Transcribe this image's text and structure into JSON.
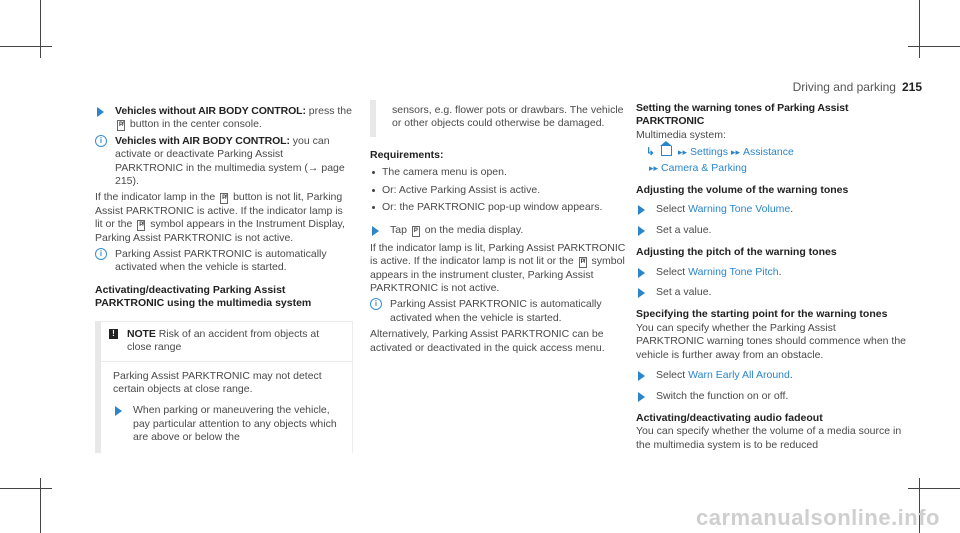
{
  "header": {
    "section": "Driving and parking",
    "page_number": "215"
  },
  "col1": {
    "step1_title": "Vehicles without AIR BODY CONTROL:",
    "step1_text_a": " press the ",
    "step1_text_b": " button in the center console.",
    "info1_title": "Vehicles with AIR BODY CONTROL:",
    "info1_text": " you can activate or deactivate Parking Assist PARKTRONIC in the multimedia system (→ page 215).",
    "para1_a": "If the indicator lamp in the ",
    "para1_b": " button is not lit, Parking Assist PARKTRONIC is active. If the indicator lamp is lit or the ",
    "para1_c": " symbol appears in the Instrument Display, Parking Assist PARKTRONIC is not active.",
    "info2_text": "Parking Assist PARKTRONIC is automatically activated when the vehicle is started.",
    "section_title_l1": "Activating/deactivating Parking Assist",
    "section_title_l2": "PARKTRONIC using the multimedia system",
    "note_label": "NOTE",
    "note_head_text": " Risk of an accident from objects at close range",
    "note_body": "Parking Assist PARKTRONIC may not detect certain objects at close range.",
    "note_step": "When parking or maneuvering the vehicle, pay particular attention to any objects which are above or below the"
  },
  "col2": {
    "note_cont": "sensors, e.g. flower pots or drawbars. The vehicle or other objects could otherwise be damaged.",
    "req_title": "Requirements:",
    "req_items": [
      "The camera menu is open.",
      "Or: Active Parking Assist is active.",
      "Or: the PARKTRONIC pop-up window appears."
    ],
    "tap_a": "Tap ",
    "tap_b": " on the media display.",
    "para_a": "If the indicator lamp is lit, Parking Assist PARKTRONIC is active. If the indicator lamp is not lit or the ",
    "para_b": " symbol appears in the instrument cluster, Parking Assist PARKTRONIC is not active.",
    "info_text": "Parking Assist PARKTRONIC is automatically activated when the vehicle is started.",
    "alt_text": "Alternatively, Parking Assist PARKTRONIC can be activated or deactivated in the quick access menu."
  },
  "col3": {
    "title_l1": "Setting the warning tones of Parking Assist",
    "title_l2": "PARKTRONIC",
    "multimedia": "Multimedia system:",
    "nav_settings": "Settings",
    "nav_assistance": "Assistance",
    "nav_camera": "Camera & Parking",
    "vol_title": "Adjusting the volume of the warning tones",
    "vol_select": "Select ",
    "vol_link": "Warning Tone Volume",
    "vol_set": "Set a value.",
    "pitch_title": "Adjusting the pitch of the warning tones",
    "pitch_select": "Select ",
    "pitch_link": "Warning Tone Pitch",
    "pitch_set": "Set a value.",
    "start_title": "Specifying the starting point for the warning tones",
    "start_text": "You can specify whether the Parking Assist PARKTRONIC warning tones should commence when the vehicle is further away from an obstacle.",
    "start_select": "Select ",
    "start_link": "Warn Early All Around",
    "start_switch": "Switch the function on or off.",
    "fade_title": "Activating/deactivating audio fadeout",
    "fade_text": "You can specify whether the volume of a media source in the multimedia system is to be reduced"
  },
  "icons": {
    "parktronic_button": "P-off",
    "media_button": "P"
  },
  "colors": {
    "accent": "#2b85c8",
    "text": "#4a4a4a"
  },
  "watermark": "carmanualsonline.info"
}
